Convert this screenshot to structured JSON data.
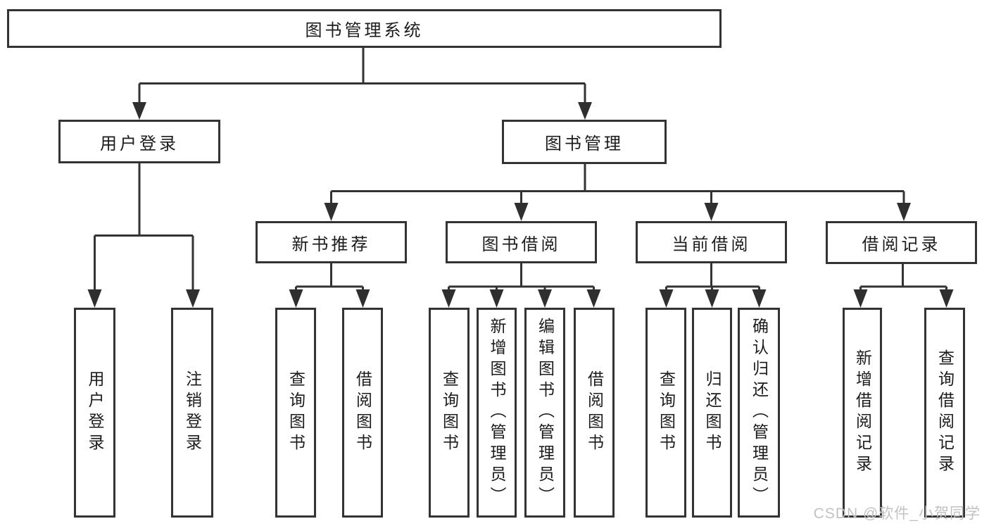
{
  "diagram": {
    "root": {
      "label": "图书管理系统"
    },
    "level2": [
      {
        "label": "用户登录"
      },
      {
        "label": "图书管理"
      }
    ],
    "level3": [
      {
        "label": "新书推荐"
      },
      {
        "label": "图书借阅"
      },
      {
        "label": "当前借阅"
      },
      {
        "label": "借阅记录"
      }
    ],
    "leaves": {
      "user_login": [
        "用户登录",
        "注销登录"
      ],
      "new_book_rec": [
        "查询图书",
        "借阅图书"
      ],
      "book_borrow": [
        "查询图书",
        "新增图书（管理员）",
        "编辑图书（管理员）",
        "借阅图书"
      ],
      "current_borrow": [
        "查询图书",
        "归还图书",
        "确认归还（管理员）"
      ],
      "borrow_records": [
        "新增借阅记录",
        "查询借阅记录"
      ]
    }
  },
  "watermark": {
    "text": "CSDN @软件_小贺同学"
  },
  "colors": {
    "line": "#333333",
    "box_border": "#333333",
    "text": "#1c1c1c",
    "watermark": "#c2c2c2",
    "background": "#ffffff"
  }
}
